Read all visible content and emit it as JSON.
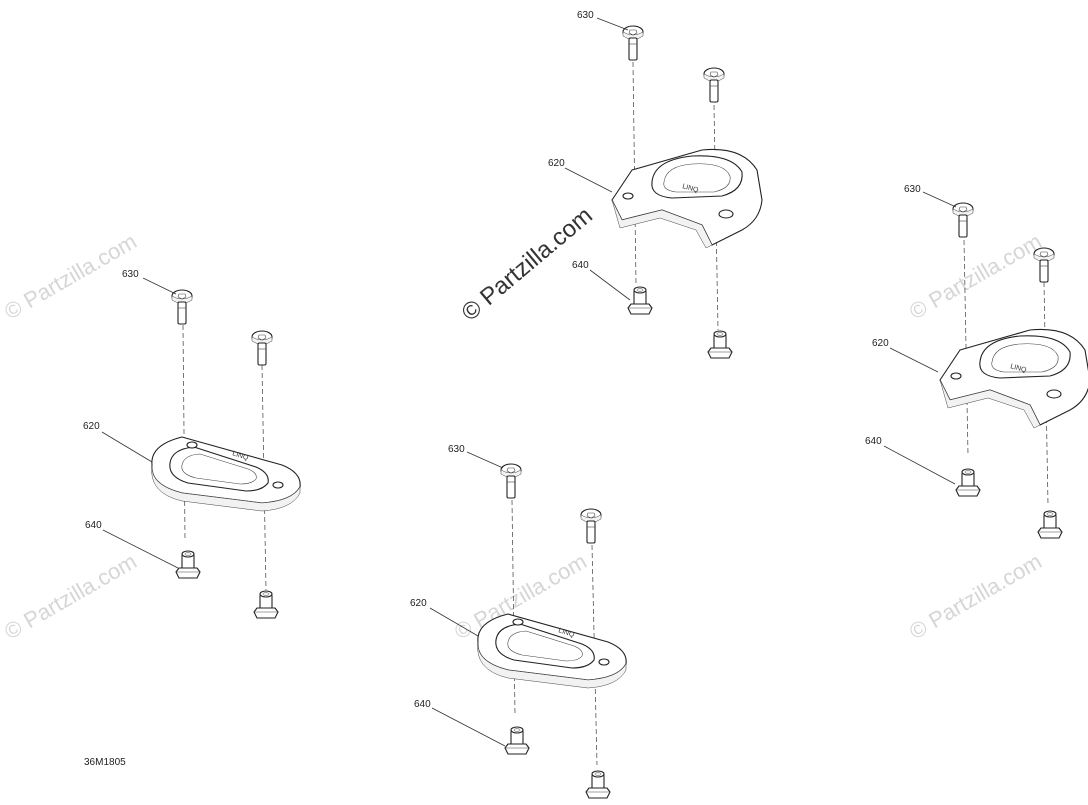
{
  "diagram": {
    "reference_code": "36M1805",
    "watermark_main": "© Partzilla.com",
    "watermark_faint": "© Partzilla.com",
    "callouts": {
      "bolt": "630",
      "handle": "620",
      "nut": "640"
    }
  }
}
